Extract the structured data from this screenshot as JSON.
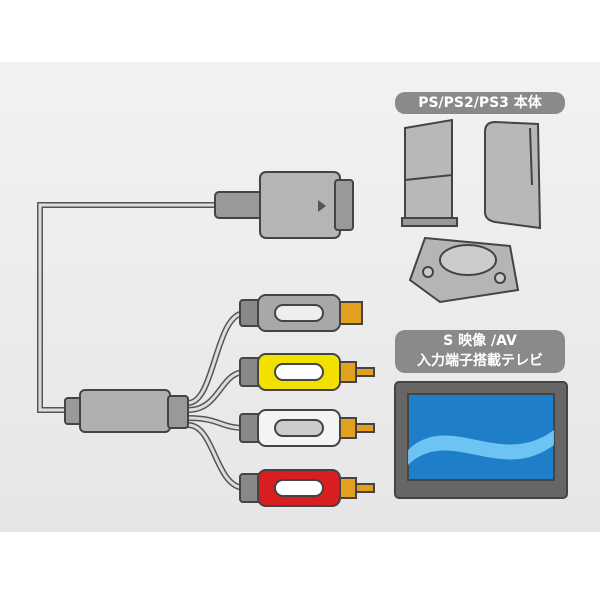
{
  "labels": {
    "consoles": "PS/PS2/PS3 本体",
    "tv_line1": "S 映像 /AV",
    "tv_line2": "入力端子搭載テレビ"
  },
  "colors": {
    "yellow": "#f2e000",
    "white": "#f4f4f4",
    "red": "#d81e1e",
    "svideo": "#9a9a9a",
    "gold": "#e2a020",
    "screen": "#1e7fc8"
  }
}
